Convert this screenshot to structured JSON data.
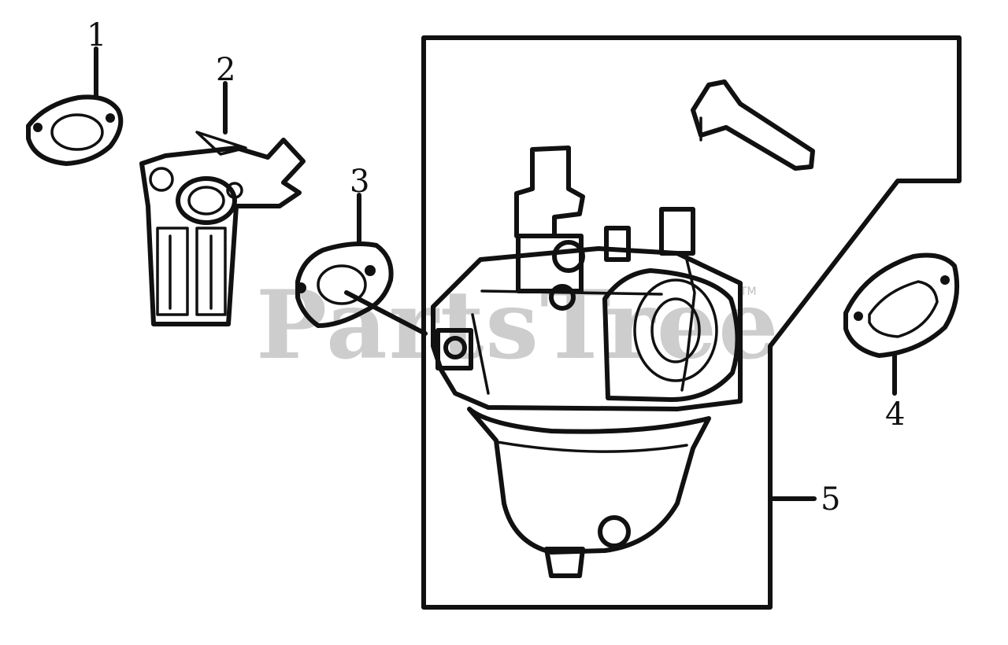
{
  "watermark": {
    "text": "PartsTree",
    "trademark": "TM",
    "color": "#bdbdbd"
  },
  "callouts": [
    {
      "number": "1",
      "part": "gasket-top-left"
    },
    {
      "number": "2",
      "part": "insulator-bracket"
    },
    {
      "number": "3",
      "part": "gasket-middle"
    },
    {
      "number": "4",
      "part": "gasket-right"
    },
    {
      "number": "5",
      "part": "carburetor-assembly"
    }
  ],
  "colors": {
    "line": "#111111",
    "background": "#ffffff"
  }
}
